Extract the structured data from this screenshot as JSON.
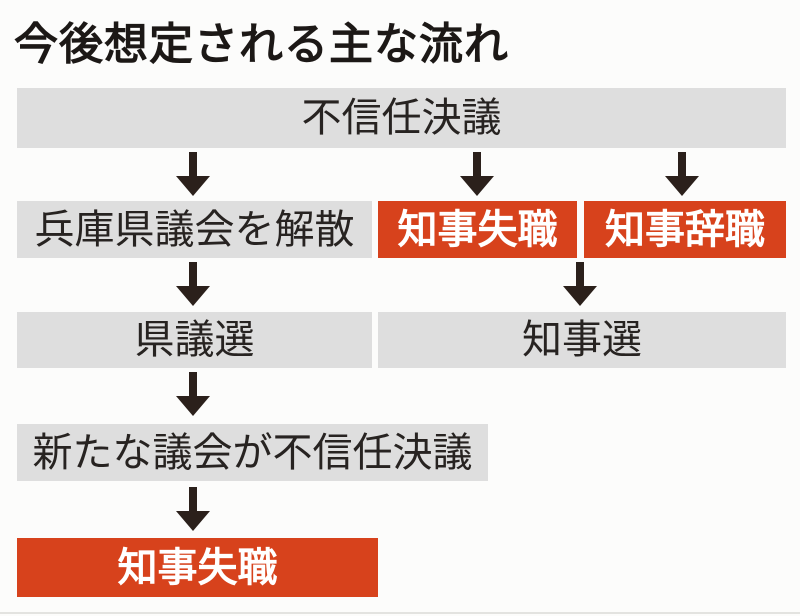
{
  "title": "今後想定される主な流れ",
  "boxes": {
    "no_confidence": "不信任決議",
    "dissolve_assembly": "兵庫県議会を解散",
    "governor_loss": "知事失職",
    "governor_resign": "知事辞職",
    "pref_assembly_election": "県議選",
    "governor_election": "知事選",
    "new_assembly_no_confidence": "新たな議会が不信任決議",
    "governor_loss_final": "知事失職"
  },
  "icons": {
    "down_arrow": "down-arrow"
  },
  "colors": {
    "background": "#fcfcfb",
    "box_gray": "#dedede",
    "box_red": "#d7421c",
    "text_dark": "#272321",
    "text_light": "#ffffff",
    "arrow_black": "#2b201b"
  }
}
